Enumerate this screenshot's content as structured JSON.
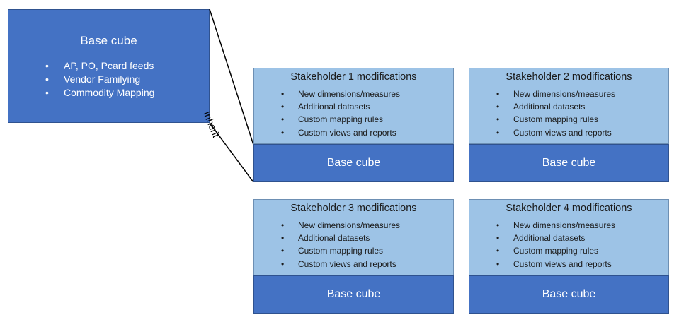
{
  "base_cube": {
    "title": "Base cube",
    "items": [
      "AP, PO, Pcard feeds",
      "Vendor Familying",
      "Commodity Mapping"
    ]
  },
  "inherit_label": "Inherit",
  "bullet": "•",
  "stakeholders": [
    {
      "title": "Stakeholder 1 modifications",
      "items": [
        "New dimensions/measures",
        "Additional datasets",
        "Custom mapping rules",
        "Custom views and reports"
      ],
      "base_label": "Base cube"
    },
    {
      "title": "Stakeholder 2 modifications",
      "items": [
        "New dimensions/measures",
        "Additional datasets",
        "Custom mapping rules",
        "Custom views and reports"
      ],
      "base_label": "Base cube"
    },
    {
      "title": "Stakeholder 3 modifications",
      "items": [
        "New dimensions/measures",
        "Additional datasets",
        "Custom mapping rules",
        "Custom views and reports"
      ],
      "base_label": "Base cube"
    },
    {
      "title": "Stakeholder 4 modifications",
      "items": [
        "New dimensions/measures",
        "Additional datasets",
        "Custom mapping rules",
        "Custom views and reports"
      ],
      "base_label": "Base cube"
    }
  ],
  "colors": {
    "base_blue": "#4472c4",
    "mods_light_blue": "#9dc3e6",
    "text_white": "#ffffff"
  }
}
